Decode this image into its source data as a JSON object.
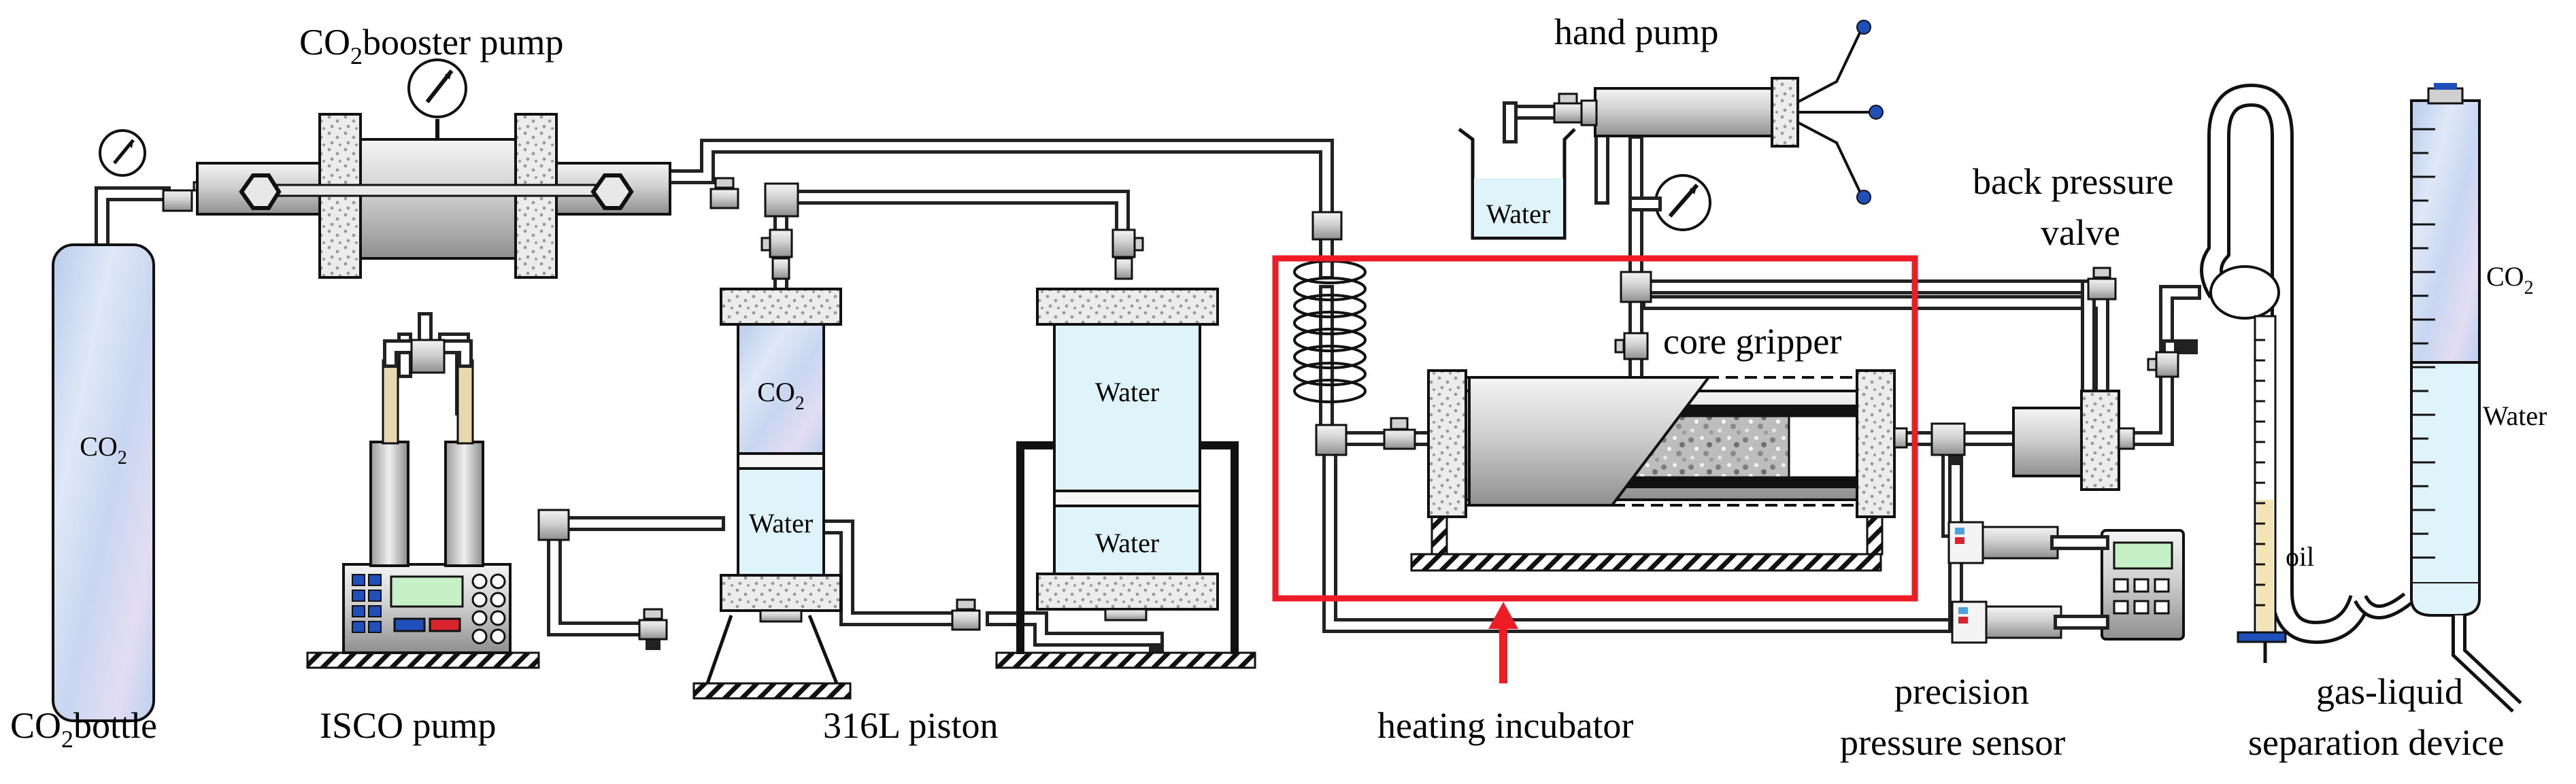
{
  "labels": {
    "co2_bottle_prefix": "CO",
    "co2_bottle_sub": "2",
    "co2_bottle_suffix": "bottle",
    "co2_booster_prefix": "CO",
    "co2_booster_sub": "2",
    "co2_booster_suffix": "booster pump",
    "isco_pump": "ISCO pump",
    "piston": "316L piston",
    "heating_incubator": "heating incubator",
    "hand_pump": "hand pump",
    "back_pressure_line1": "back pressure",
    "back_pressure_line2": "valve",
    "core_gripper": "core gripper",
    "sensor_line1": "precision",
    "sensor_line2": "pressure sensor",
    "separator_line1": "gas-liquid",
    "separator_line2": "separation device"
  },
  "inner": {
    "bottle_co2": "CO",
    "bottle_co2_sub": "2",
    "piston1_co2": "CO",
    "piston1_co2_sub": "2",
    "piston1_water": "Water",
    "piston2_water_top": "Water",
    "piston2_water_bottom": "Water",
    "beaker_water": "Water",
    "separator_co2": "CO",
    "separator_co2_sub": "2",
    "separator_water": "Water",
    "oil": "oil"
  },
  "colors": {
    "co2_fill": "#c9d8f0",
    "water_fill": "#dff4fa",
    "metal": "#d9d9d9",
    "highlight_box": "#ee1c25",
    "arrow": "#ee1c25",
    "oil_fill": "#f3e3b5",
    "pump_screen": "#c6f0c6",
    "button_blue": "#1f4fb8",
    "button_red": "#d9232d"
  }
}
